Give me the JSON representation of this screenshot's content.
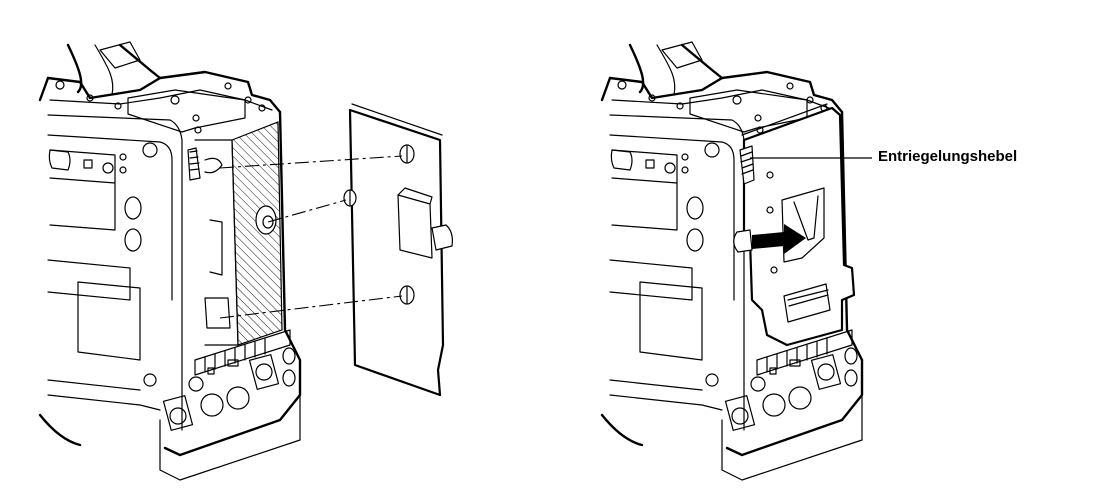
{
  "figure": {
    "left_panel": {
      "name": "camera-with-battery-plate-being-attached",
      "parts": [
        "camera-body",
        "mounting-plate",
        "screws",
        "guide-lines"
      ]
    },
    "right_panel": {
      "name": "camera-with-v-mount-plate-attached",
      "parts": [
        "camera-body",
        "v-mount-plate",
        "release-lever",
        "direction-arrow"
      ],
      "callout": {
        "label": "Entriegelungshebel",
        "target": "release-lever"
      }
    }
  },
  "colors": {
    "line": "#000000",
    "background": "#ffffff"
  }
}
